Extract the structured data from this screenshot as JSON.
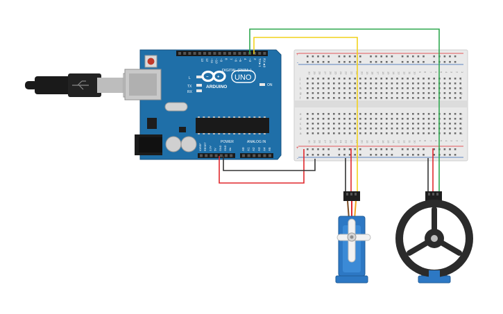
{
  "board": {
    "brand": "ARDUINO",
    "model": "UNO",
    "digital_label": "DIGITAL (PWM~)",
    "power_label": "POWER",
    "analog_label": "ANALOG IN",
    "aref": "AREF",
    "gnd": "GND",
    "on": "ON",
    "led_l": "L",
    "led_tx": "TX",
    "led_rx": "RX",
    "digital_pins": [
      "13",
      "12",
      "~11",
      "~10",
      "~9",
      "8",
      "7",
      "~6",
      "~5",
      "4",
      "~3",
      "2",
      "TX►1",
      "RX◄0"
    ],
    "power_pins": [
      "IOREF",
      "RESET",
      "3.3V",
      "5V",
      "GND",
      "GND",
      "Vin"
    ],
    "analog_pins": [
      "A0",
      "A1",
      "A2",
      "A3",
      "A4",
      "A5"
    ]
  },
  "breadboard": {
    "row_letters_top": [
      "j",
      "i",
      "h",
      "g",
      "f"
    ],
    "row_letters_bottom": [
      "e",
      "d",
      "c",
      "b",
      "a"
    ],
    "columns": [
      "30",
      "29",
      "28",
      "27",
      "26",
      "25",
      "24",
      "23",
      "22",
      "21",
      "20",
      "19",
      "18",
      "17",
      "16",
      "15",
      "14",
      "13",
      "12",
      "11",
      "10",
      "9",
      "8",
      "7",
      "6",
      "5",
      "4",
      "3",
      "2",
      "1"
    ],
    "plus": "+",
    "minus": "-"
  },
  "colors": {
    "board": "#1f6fa8",
    "board_dark": "#18588a",
    "wire_red": "#e0262b",
    "wire_black": "#333333",
    "wire_yellow": "#f2d21b",
    "wire_green": "#2fa84f",
    "servo_blue": "#2d78c4",
    "breadboard": "#e9e9e9",
    "wheel": "#2b2b2b"
  }
}
